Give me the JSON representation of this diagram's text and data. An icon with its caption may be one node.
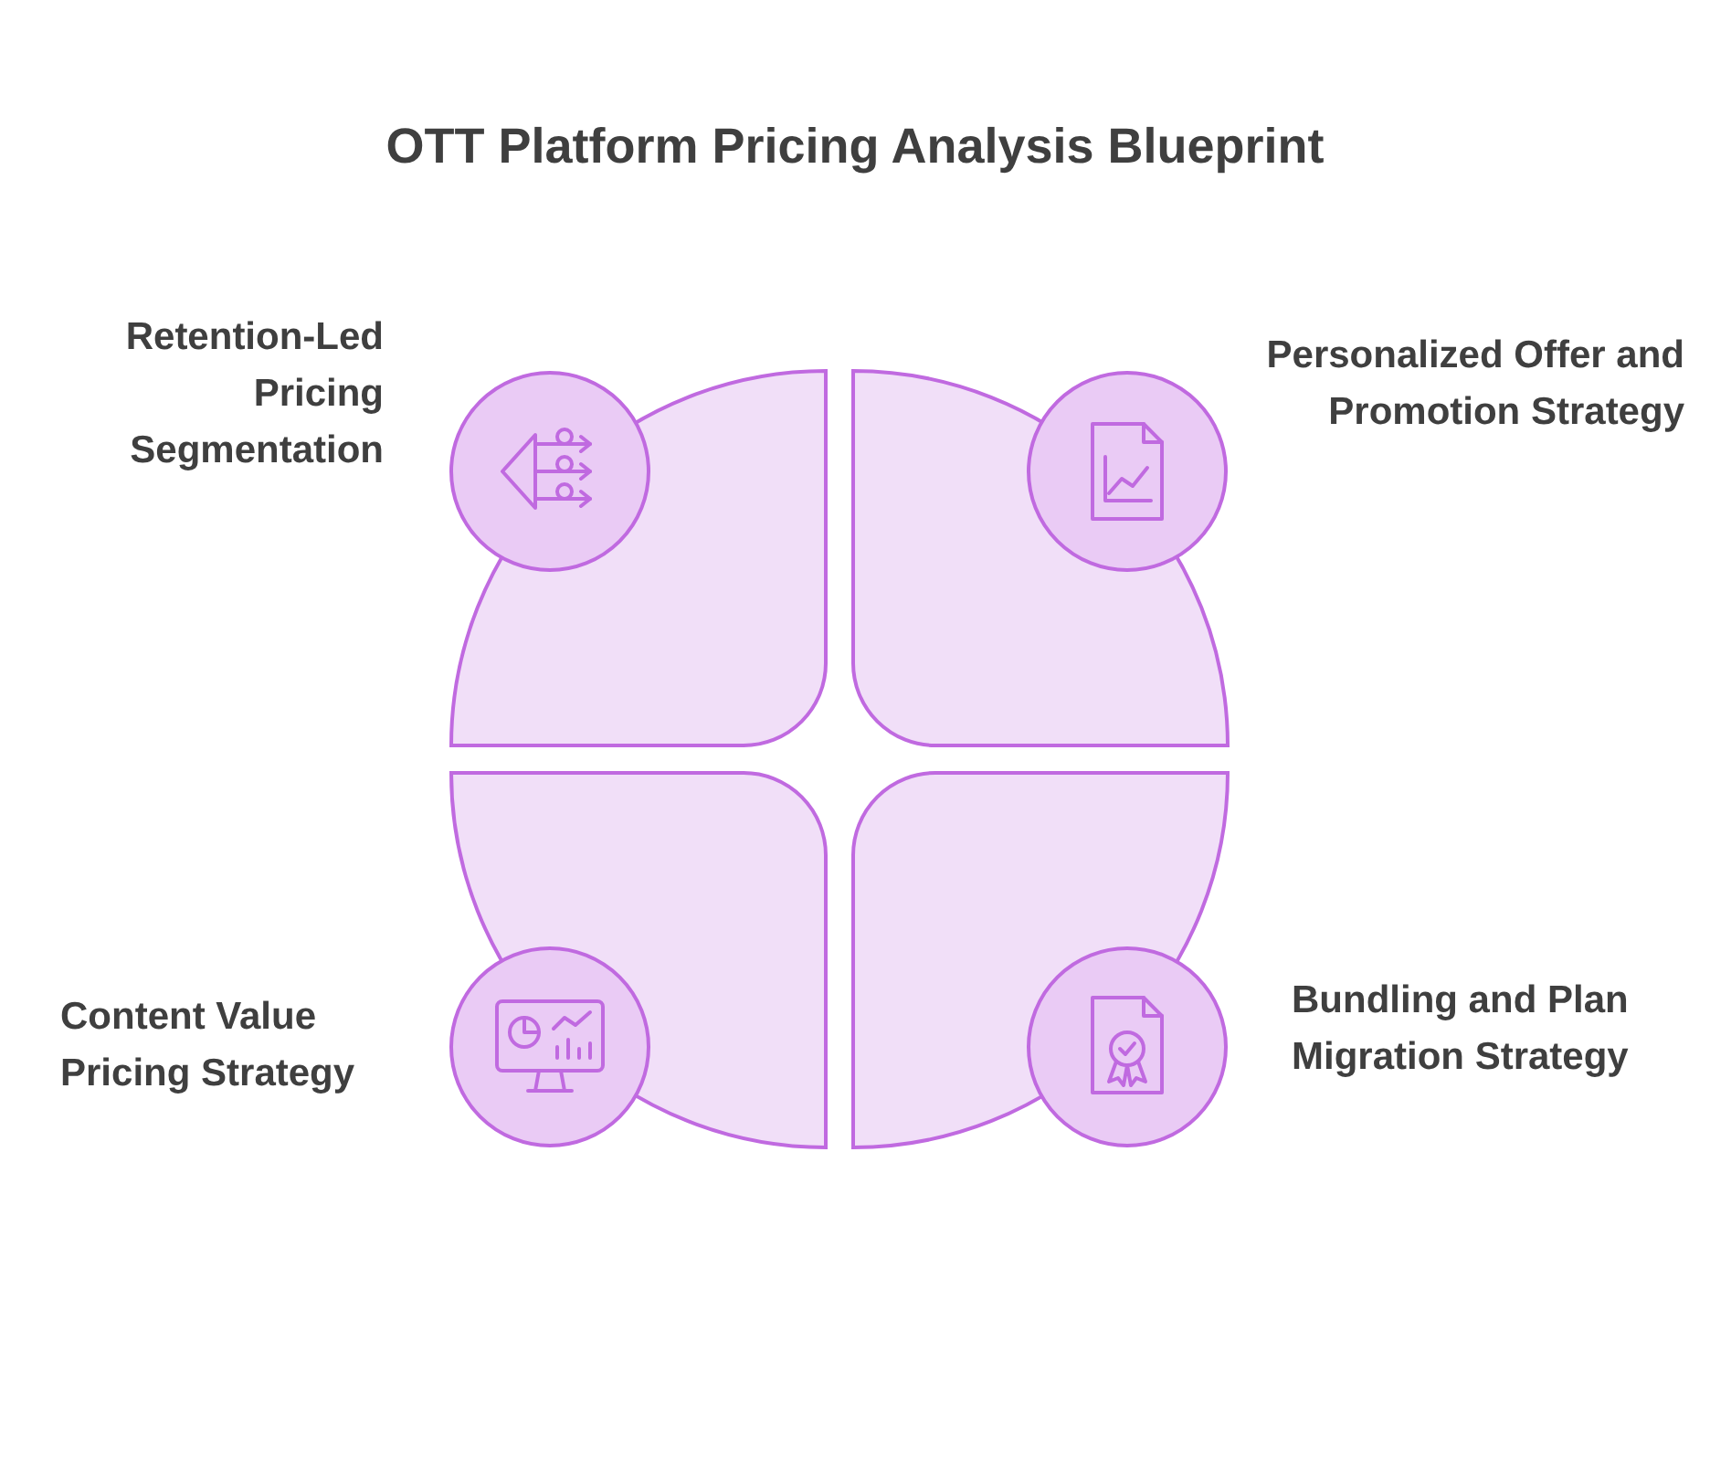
{
  "diagram": {
    "title": "OTT Platform Pricing Analysis Blueprint",
    "nodes": [
      {
        "text": [
          "Retention-Led Pricing Segmentation"
        ]
      },
      {
        "text": [
          "Personalized Offer and Promotion Strategy"
        ]
      },
      {
        "text": [
          "Content Value Pricing Strategy"
        ]
      },
      {
        "text": [
          "Bundling and Plan Migration Strategy"
        ]
      }
    ]
  }
}
